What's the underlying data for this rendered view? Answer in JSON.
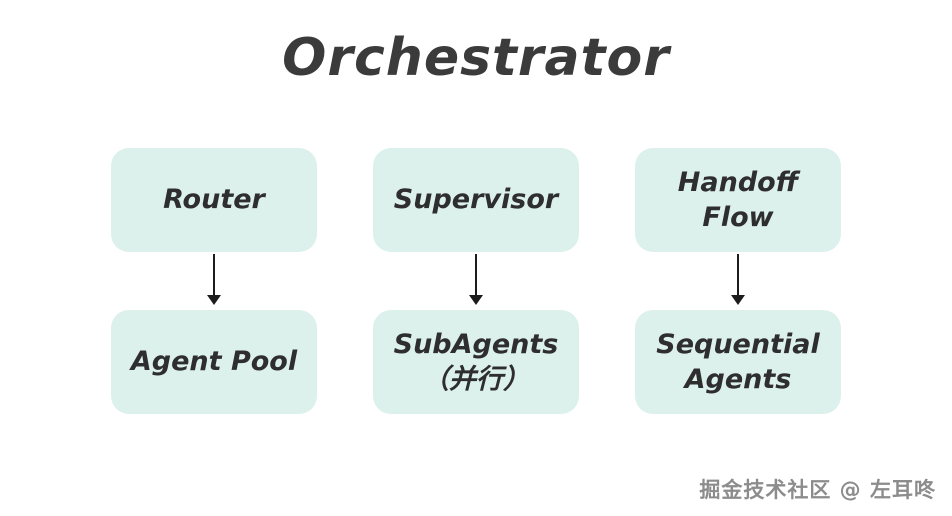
{
  "title": "Orchestrator",
  "diagram": {
    "columns": [
      {
        "top": "Router",
        "bottom": "Agent Pool"
      },
      {
        "top": "Supervisor",
        "bottom": "SubAgents\n（并行）"
      },
      {
        "top": "Handoff Flow",
        "bottom": "Sequential Agents"
      }
    ]
  },
  "watermark": "掘金技术社区 @ 左耳咚",
  "colors": {
    "box_bg": "#ddf1ec",
    "text": "#2e2e2e",
    "arrow": "#1c1c1c",
    "watermark": "#8c8c8c",
    "background": "#ffffff"
  }
}
